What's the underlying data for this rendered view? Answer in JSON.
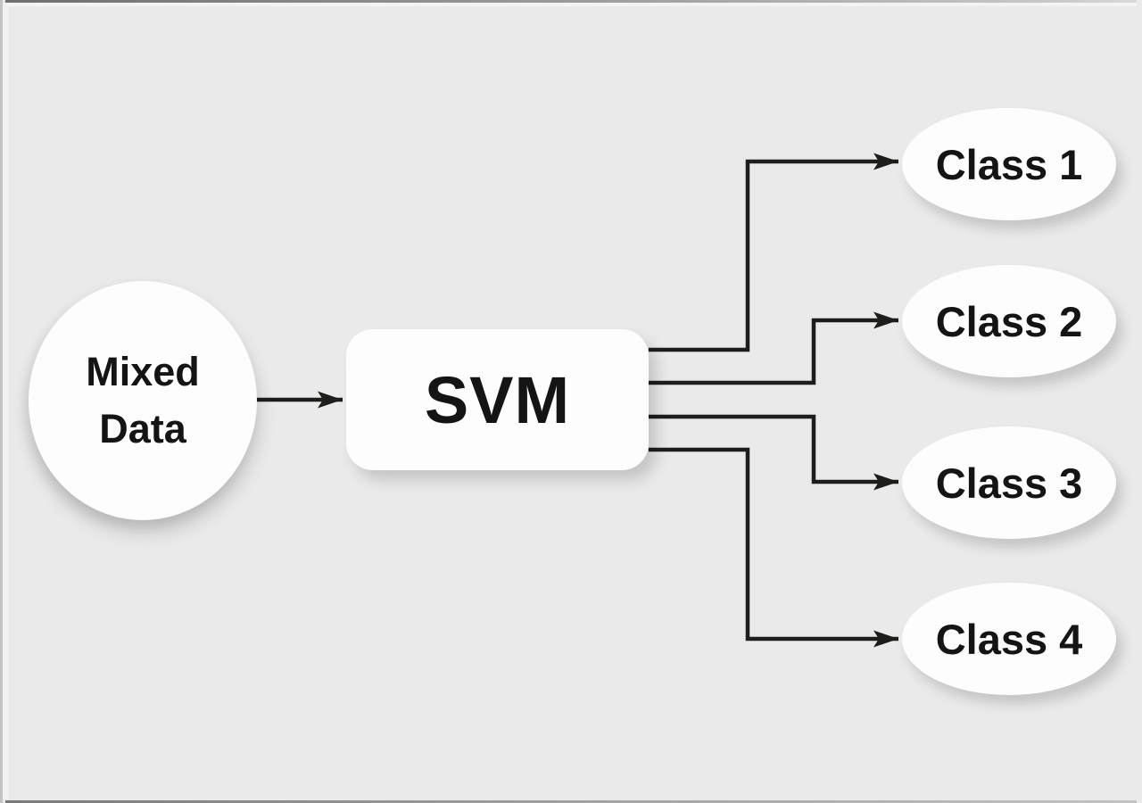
{
  "palette": {
    "background": "#eaeaea",
    "node_fill": "#fdfdfd",
    "connector_stroke": "#1d1d1b",
    "text": "#141414"
  },
  "nodes": {
    "input": {
      "label": "Mixed Data",
      "shape": "circle"
    },
    "process": {
      "label": "SVM",
      "shape": "rounded-rectangle"
    },
    "outputs": [
      {
        "label": "Class 1",
        "shape": "ellipse"
      },
      {
        "label": "Class 2",
        "shape": "ellipse"
      },
      {
        "label": "Class 3",
        "shape": "ellipse"
      },
      {
        "label": "Class 4",
        "shape": "ellipse"
      }
    ]
  },
  "edges": [
    {
      "from": "Mixed Data",
      "to": "SVM"
    },
    {
      "from": "SVM",
      "to": "Class 1"
    },
    {
      "from": "SVM",
      "to": "Class 2"
    },
    {
      "from": "SVM",
      "to": "Class 3"
    },
    {
      "from": "SVM",
      "to": "Class 4"
    }
  ]
}
